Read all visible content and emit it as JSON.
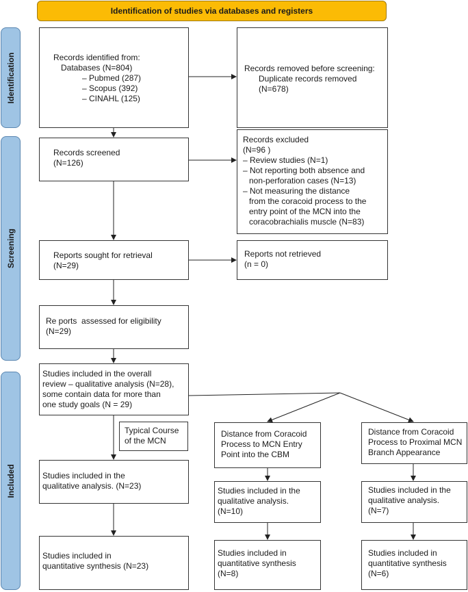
{
  "banner": "Identification of studies via databases and registers",
  "stages": [
    "Identification",
    "Screening",
    "Included"
  ],
  "boxes": {
    "identified": [
      "Records identified from:",
      "Databases (N=804)",
      "– Pubmed (287)",
      "– Scopus (392)",
      "– CINAHL (125)"
    ],
    "removed": [
      "Records removed before screening:",
      "Duplicate records removed",
      "(N=678)"
    ],
    "screened": [
      "Records screened",
      "(N=126)"
    ],
    "excluded": [
      "Records excluded",
      "(N=96 )",
      "– Review studies (N=1)",
      "– Not reporting both absence and",
      "non-perforation cases (N=13)",
      "– Not measuring the distance",
      "from the coracoid process to the",
      "entry point of the MCN into the",
      "coracobrachialis muscle (N=83)"
    ],
    "sought": [
      "Reports sought for retrieval",
      "(N=29)"
    ],
    "not_retrieved": [
      "Reports not retrieved",
      "(n = 0)"
    ],
    "assessed": [
      "Re ports  assessed for eligibility",
      "(N=29)"
    ],
    "included_overall": [
      "Studies included in the overall",
      "review – qualitative analysis (N=28),",
      "some contain data for more than",
      "one study goals (N = 29)"
    ],
    "typical_course": [
      "Typical Course",
      "of the MCN"
    ],
    "entry_point": [
      "Distance from Coracoid",
      "Process to MCN Entry",
      "Point into the CBM"
    ],
    "branch": [
      "Distance from Coracoid",
      "Process to Proximal MCN",
      "Branch Appearance"
    ],
    "qual_left": [
      "Studies included in the",
      "qualitative analysis. (N=23)"
    ],
    "qual_mid": [
      "Studies included in the",
      "qualitative analysis.",
      "(N=10)"
    ],
    "qual_right": [
      "Studies included in the",
      "qualitative analysis.",
      "(N=7)"
    ],
    "quant_left": [
      "Studies included in",
      "quantitative synthesis (N=23)"
    ],
    "quant_mid": [
      "Studies included in",
      "quantitative synthesis",
      "(N=8)"
    ],
    "quant_right": [
      "Studies included in",
      "quantitative synthesis",
      "(N=6)"
    ]
  }
}
